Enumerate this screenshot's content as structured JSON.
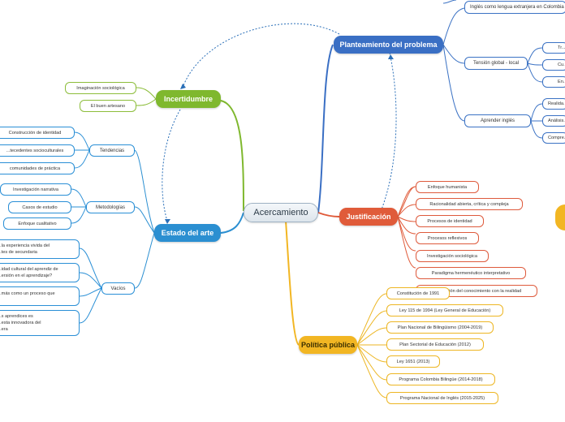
{
  "root": "Acercamiento",
  "branches": {
    "planteamiento": {
      "label": "Planteamiento del problema",
      "color": "#3a6fc4",
      "sub": [
        {
          "label": "Inglés como lengua extranjera en Colombia"
        },
        {
          "label": "Tensión global - local",
          "leaves": [
            "Tr...",
            "Cu...",
            "En..."
          ]
        },
        {
          "label": "Aprender inglés",
          "leaves": [
            "Realida...",
            "Análisis...",
            "Compre..."
          ]
        }
      ]
    },
    "incertidumbre": {
      "label": "Incertidumbre",
      "color": "#7fb82e",
      "leaves": [
        "Imaginación sociológica",
        "El buen artesano"
      ]
    },
    "estado": {
      "label": "Estado del arte",
      "color": "#2b8fd1",
      "groups": [
        {
          "label": "Tendencias",
          "leaves": [
            "Construcción de identidad",
            "...tecedentes socioculturales",
            "comunidades de práctica"
          ]
        },
        {
          "label": "Metodologías",
          "leaves": [
            "Investigación narrativa",
            "Casos de estudio",
            "Enfoque cualitativo"
          ]
        },
        {
          "label": "Vacíos",
          "leaves": [
            {
              "line1": "...la experiencia vivida del",
              "line2": "...tes de secundaria"
            },
            {
              "line1": "...idad cultural del aprendiz de",
              "line2": "...ersión en el aprendizaje?"
            },
            {
              "line1": "...más como un proceso que",
              "line2": ""
            },
            {
              "line1": "...s aprendices es",
              "line2": "...esta innovadora del",
              "line3": "...era"
            }
          ]
        }
      ]
    },
    "justificacion": {
      "label": "Justificación",
      "color": "#e05b3a",
      "leaves": [
        "Enfoque humanista",
        "Racionalidad abierta, crítica y compleja",
        "Procesos de identidad",
        "Procesos reflexivos",
        "Investigación sociológica",
        "Paradigma hermenéutico interpretativo",
        "Articulación del conocimiento con la realidad"
      ]
    },
    "politica": {
      "label": "Política pública",
      "color": "#f2b623",
      "leaves": [
        "Constitución de 1991",
        "Ley 115 de 1994 (Ley General de Educación)",
        "Plan Nacional de Bilingüismo (2004-2019)",
        "Plan Sectorial de Educación (2012)",
        "Ley 1651 (2013)",
        "Programa Colombia Bilingüe (2014-2018)",
        "Programa Nacional de Inglés (2015-2025)"
      ]
    }
  },
  "colors": {
    "root_border": "#9fb2c3",
    "navy": "#3b72c4",
    "blue": "#2a8fd6",
    "green": "#8cbd3a",
    "red": "#de5a3c",
    "yellow": "#edb623",
    "relationship": "#2a6fb8"
  }
}
